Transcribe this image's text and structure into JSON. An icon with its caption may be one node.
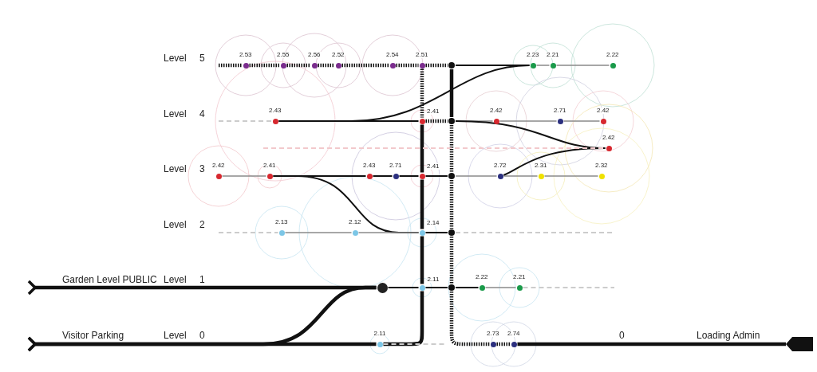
{
  "diagram": {
    "nodes": [
      {
        "text": [],
        "shape": "circle",
        "beside": [
          "2.53"
        ]
      },
      {
        "text": [],
        "shape": "circle",
        "beside": [
          "2.55"
        ]
      },
      {
        "text": [],
        "shape": "circle",
        "beside": [
          "2.56"
        ]
      },
      {
        "text": [],
        "shape": "circle",
        "beside": [
          "2.52"
        ]
      },
      {
        "text": [],
        "shape": "circle",
        "beside": [
          "2.54"
        ]
      },
      {
        "text": [],
        "shape": "circle",
        "beside": [
          "2.51"
        ]
      },
      {
        "text": [],
        "shape": "circle"
      },
      {
        "text": [],
        "shape": "circle",
        "beside": [
          "2.23"
        ]
      },
      {
        "text": [],
        "shape": "circle",
        "beside": [
          "2.21"
        ]
      },
      {
        "text": [],
        "shape": "circle",
        "beside": [
          "2.22"
        ]
      },
      {
        "text": [],
        "shape": "circle",
        "beside": [
          "2.43"
        ]
      },
      {
        "text": [],
        "shape": "circle",
        "beside": [
          "2.41"
        ]
      },
      {
        "text": [],
        "shape": "circle"
      },
      {
        "text": [],
        "shape": "circle",
        "beside": [
          "2.42"
        ]
      },
      {
        "text": [],
        "shape": "circle",
        "beside": [
          "2.71"
        ]
      },
      {
        "text": [],
        "shape": "circle",
        "beside": [
          "2.42"
        ]
      },
      {
        "text": [],
        "shape": "circle",
        "beside": [
          "2.42"
        ]
      },
      {
        "text": [],
        "shape": "circle",
        "beside": [
          "2.42"
        ]
      },
      {
        "text": [],
        "shape": "circle",
        "beside": [
          "2.41"
        ]
      },
      {
        "text": [],
        "shape": "circle",
        "beside": [
          "2.43"
        ]
      },
      {
        "text": [],
        "shape": "circle",
        "beside": [
          "2.71"
        ]
      },
      {
        "text": [],
        "shape": "circle",
        "beside": [
          "2.41"
        ]
      },
      {
        "text": [],
        "shape": "circle"
      },
      {
        "text": [],
        "shape": "circle",
        "beside": [
          "2.72"
        ]
      },
      {
        "text": [],
        "shape": "circle",
        "beside": [
          "2.31"
        ]
      },
      {
        "text": [],
        "shape": "circle",
        "beside": [
          "2.32"
        ]
      },
      {
        "text": [],
        "shape": "circle",
        "beside": [
          "2.13"
        ]
      },
      {
        "text": [],
        "shape": "circle",
        "beside": [
          "2.12"
        ]
      },
      {
        "text": [],
        "shape": "circle",
        "beside": [
          "2.14"
        ]
      },
      {
        "text": [],
        "shape": "circle"
      },
      {
        "text": [],
        "shape": "circle"
      },
      {
        "text": [],
        "shape": "circle",
        "beside": [
          "2.11"
        ]
      },
      {
        "text": [],
        "shape": "circle"
      },
      {
        "text": [],
        "shape": "circle",
        "beside": [
          "2.22"
        ]
      },
      {
        "text": [],
        "shape": "circle",
        "beside": [
          "2.21"
        ]
      },
      {
        "text": [],
        "shape": "circle",
        "beside": [
          "2.11"
        ]
      },
      {
        "text": [],
        "shape": "circle",
        "beside": [
          "2.73"
        ]
      },
      {
        "text": [],
        "shape": "circle",
        "beside": [
          "2.74"
        ]
      }
    ],
    "edges": [
      {
        "from": null,
        "to": 0,
        "arrow": "none",
        "style": "dashed"
      },
      {
        "from": 0,
        "to": 1,
        "arrow": "none",
        "style": "dashed"
      },
      {
        "from": 1,
        "to": 2,
        "arrow": "none",
        "style": "dashed"
      },
      {
        "from": 2,
        "to": 3,
        "arrow": "none",
        "style": "dashed"
      },
      {
        "from": 3,
        "to": 4,
        "arrow": "none",
        "style": "dashed"
      },
      {
        "from": 4,
        "to": 5,
        "arrow": "none",
        "style": "dashed"
      },
      {
        "from": 5,
        "to": 6,
        "arrow": "none",
        "style": "dashed"
      },
      {
        "from": 6,
        "to": 7,
        "arrow": "none"
      },
      {
        "from": 7,
        "to": 8,
        "arrow": "none",
        "color": "#8a8a8a"
      },
      {
        "from": 8,
        "to": 9,
        "arrow": "none",
        "color": "#8a8a8a"
      },
      {
        "from": 5,
        "to": 11,
        "arrow": "none",
        "style": "dashed"
      },
      {
        "from": 6,
        "to": 12,
        "arrow": "none",
        "style": "thick"
      },
      {
        "from": null,
        "to": 10,
        "arrow": "none",
        "style": "dashed",
        "color": "#cccccc"
      },
      {
        "from": 10,
        "to": 11,
        "arrow": "none"
      },
      {
        "from": 10,
        "to": 7,
        "arrow": "none"
      },
      {
        "from": 11,
        "to": 12,
        "arrow": "none",
        "style": "dashed"
      },
      {
        "from": 12,
        "to": 13,
        "arrow": "none",
        "color": "#8a8a8a"
      },
      {
        "from": 13,
        "to": 14,
        "arrow": "none",
        "color": "#8a8a8a"
      },
      {
        "from": 14,
        "to": 15,
        "arrow": "none",
        "color": "#8a8a8a"
      },
      {
        "from": 12,
        "to": 16,
        "arrow": "none"
      },
      {
        "from": 11,
        "to": 21,
        "arrow": "none",
        "style": "thick"
      },
      {
        "from": 17,
        "to": 18,
        "arrow": "none",
        "color": "#8a8a8a"
      },
      {
        "from": 18,
        "to": 19,
        "arrow": "none"
      },
      {
        "from": 19,
        "to": 20,
        "arrow": "none"
      },
      {
        "from": 20,
        "to": 21,
        "arrow": "none"
      },
      {
        "from": 21,
        "to": 22,
        "arrow": "none"
      },
      {
        "from": 22,
        "to": 23,
        "arrow": "none",
        "color": "#8a8a8a"
      },
      {
        "from": 23,
        "to": 24,
        "arrow": "none",
        "color": "#8a8a8a"
      },
      {
        "from": 24,
        "to": 25,
        "arrow": "none",
        "color": "#8a8a8a"
      },
      {
        "from": 23,
        "to": 16,
        "arrow": "none"
      },
      {
        "from": 18,
        "to": 28,
        "arrow": "none"
      },
      {
        "from": 12,
        "to": 22,
        "arrow": "none",
        "style": "dashed"
      },
      {
        "from": 21,
        "to": 28,
        "arrow": "none",
        "style": "thick"
      },
      {
        "from": null,
        "to": 26,
        "arrow": "none",
        "style": "dashed",
        "color": "#cccccc"
      },
      {
        "from": 26,
        "to": 27,
        "arrow": "none",
        "color": "#8a8a8a"
      },
      {
        "from": 27,
        "to": 28,
        "arrow": "none",
        "color": "#8a8a8a"
      },
      {
        "from": 28,
        "to": 29,
        "arrow": "none"
      },
      {
        "from": 29,
        "to": null,
        "arrow": "none",
        "style": "dashed",
        "color": "#cccccc"
      },
      {
        "from": 22,
        "to": 29,
        "arrow": "none",
        "style": "dashed"
      },
      {
        "from": 28,
        "to": 31,
        "arrow": "none",
        "style": "thick"
      },
      {
        "from": 29,
        "to": 32,
        "arrow": "none",
        "style": "dashed"
      },
      {
        "from": null,
        "to": 30,
        "arrow": "other",
        "style": "thick",
        "label": "Garden Level PUBLIC"
      },
      {
        "from": 30,
        "to": 31,
        "arrow": "none"
      },
      {
        "from": 31,
        "to": 32,
        "arrow": "none"
      },
      {
        "from": 32,
        "to": 33,
        "arrow": "none"
      },
      {
        "from": 33,
        "to": 34,
        "arrow": "none",
        "color": "#8a8a8a"
      },
      {
        "from": 34,
        "to": null,
        "arrow": "none",
        "style": "dashed",
        "color": "#cccccc"
      },
      {
        "from": null,
        "to": 35,
        "arrow": "other",
        "style": "thick",
        "label": "Visitor Parking"
      },
      {
        "from": null,
        "to": 30,
        "arrow": "other",
        "style": "thick"
      },
      {
        "from": 31,
        "to": 35,
        "arrow": "none",
        "style": "thick"
      },
      {
        "from": 35,
        "to": null,
        "arrow": "none",
        "style": "dashed",
        "color": "#cccccc"
      },
      {
        "from": 32,
        "to": 36,
        "arrow": "none",
        "style": "dashed"
      },
      {
        "from": 36,
        "to": 37,
        "arrow": "none",
        "style": "dashed"
      },
      {
        "from": 37,
        "to": null,
        "arrow": "other",
        "style": "thick",
        "label": "Loading Admin"
      },
      {
        "from": null,
        "to": 16,
        "arrow": "none",
        "style": "dashed",
        "color": "#f2c9cc"
      }
    ],
    "labels": [
      "Level",
      "5",
      "Level",
      "4",
      "Level",
      "3",
      "Level",
      "2",
      "Level",
      "1",
      "Level",
      "0",
      "0"
    ]
  }
}
